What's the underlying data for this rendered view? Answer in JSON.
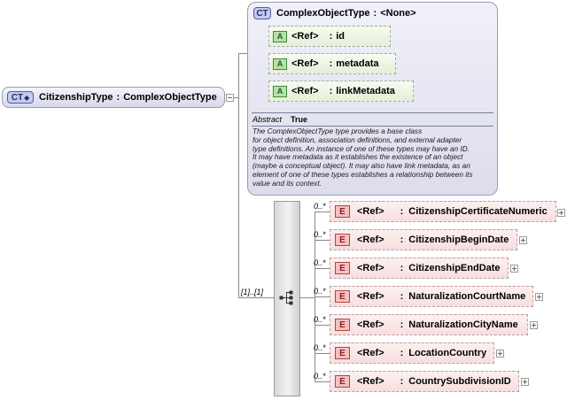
{
  "root": {
    "badge": "CT",
    "name": "CitizenshipType",
    "separator": ":",
    "base": "ComplexObjectType"
  },
  "base_type": {
    "badge": "CT",
    "name": "ComplexObjectType",
    "separator": ":",
    "base": "<None>",
    "attributes": [
      {
        "badge": "A",
        "ref": "<Ref>",
        "separator": ":",
        "name": "id"
      },
      {
        "badge": "A",
        "ref": "<Ref>",
        "separator": ":",
        "name": "metadata"
      },
      {
        "badge": "A",
        "ref": "<Ref>",
        "separator": ":",
        "name": "linkMetadata"
      }
    ],
    "abstract_label": "Abstract",
    "abstract_value": "True",
    "documentation": [
      "The ComplexObjectType type provides a base class",
      "for object definition, association definitions, and external adapter",
      "type definitions. An instance of one of these types may have an ID.",
      "It may have metadata as it establishes the existence of an object",
      "(maybe a conceptual object). It may also have link metadata, as an",
      "element of one of these types establishes a relationship between its",
      "value and its context."
    ]
  },
  "sequence": {
    "cardinality": "[1]..[1]"
  },
  "elements": [
    {
      "cardinality": "0..*",
      "badge": "E",
      "ref": "<Ref>",
      "separator": ":",
      "name": "CitizenshipCertificateNumeric"
    },
    {
      "cardinality": "0..*",
      "badge": "E",
      "ref": "<Ref>",
      "separator": ":",
      "name": "CitizenshipBeginDate"
    },
    {
      "cardinality": "0..*",
      "badge": "E",
      "ref": "<Ref>",
      "separator": ":",
      "name": "CitizenshipEndDate"
    },
    {
      "cardinality": "0..*",
      "badge": "E",
      "ref": "<Ref>",
      "separator": ":",
      "name": "NaturalizationCourtName"
    },
    {
      "cardinality": "0..*",
      "badge": "E",
      "ref": "<Ref>",
      "separator": ":",
      "name": "NaturalizationCityName"
    },
    {
      "cardinality": "0..*",
      "badge": "E",
      "ref": "<Ref>",
      "separator": ":",
      "name": "LocationCountry"
    },
    {
      "cardinality": "0..*",
      "badge": "E",
      "ref": "<Ref>",
      "separator": ":",
      "name": "CountrySubdivisionID"
    }
  ],
  "colors": {
    "complex_type": "#c6cbee",
    "attribute": "#b7e0a6",
    "element": "#f6c0c0"
  }
}
